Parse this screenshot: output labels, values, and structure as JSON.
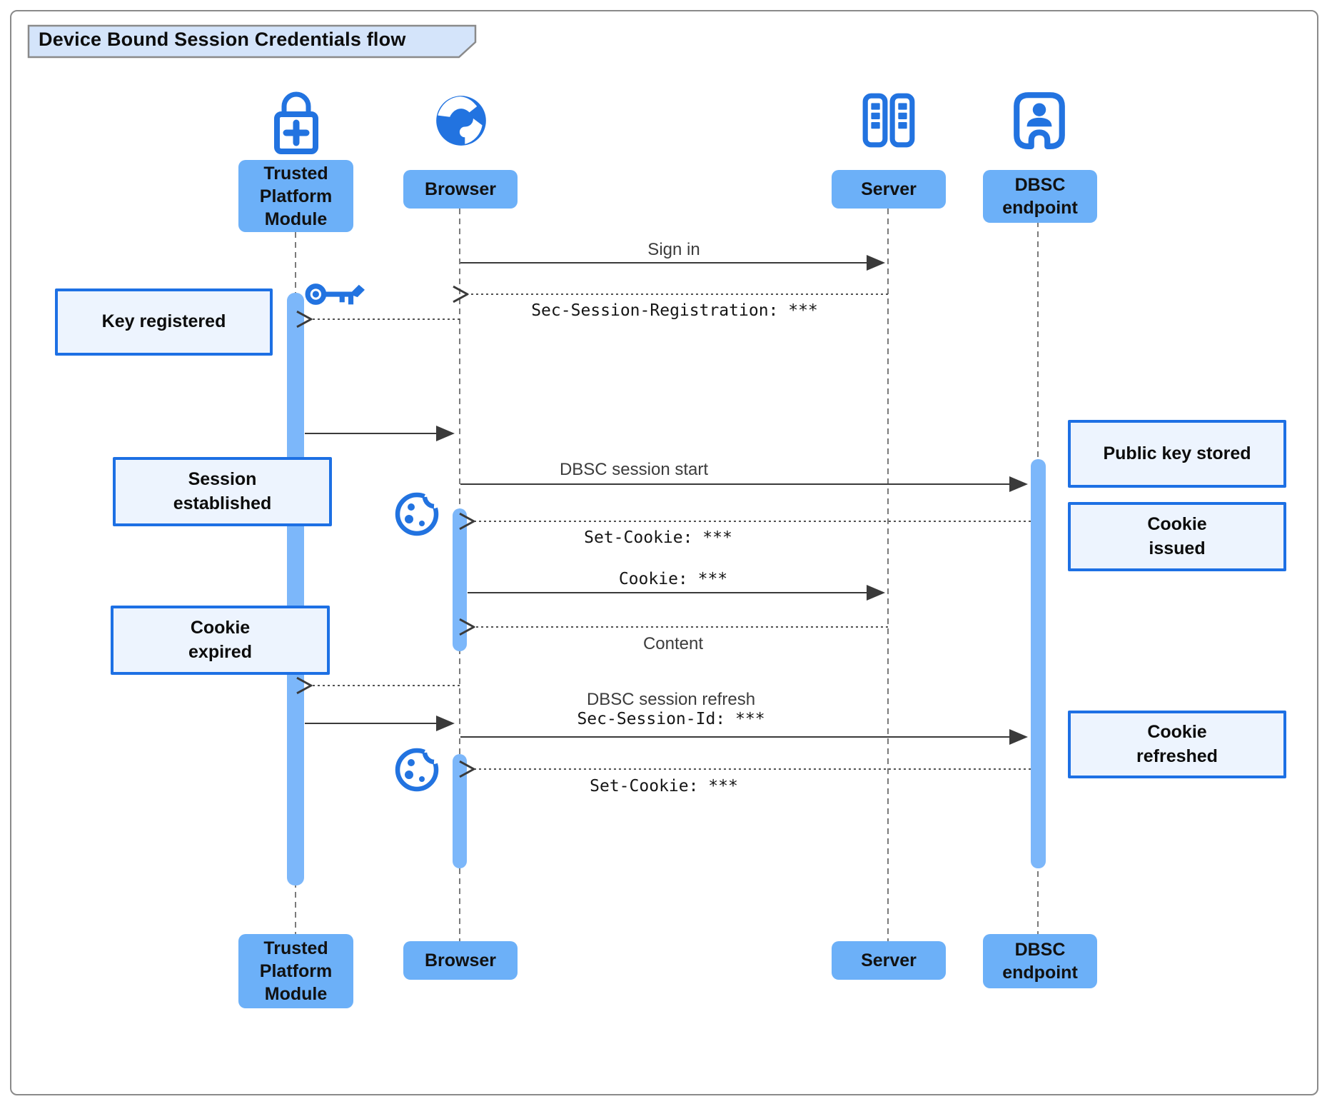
{
  "title": "Device Bound Session Credentials flow",
  "actors": {
    "tpm": {
      "top_label": "Trusted Platform Module",
      "bottom_label": "Trusted Platform Module"
    },
    "browser": {
      "top_label": "Browser",
      "bottom_label": "Browser"
    },
    "server": {
      "top_label": "Server",
      "bottom_label": "Server"
    },
    "dbsc": {
      "top_label": "DBSC endpoint",
      "bottom_label": "DBSC endpoint"
    }
  },
  "messages": {
    "sign_in": "Sign in",
    "sec_session_registration": "Sec-Session-Registration: ***",
    "dbsc_session_start": "DBSC session start",
    "set_cookie_1": "Set-Cookie: ***",
    "cookie": "Cookie: ***",
    "content": "Content",
    "dbsc_session_refresh": "DBSC session refresh",
    "sec_session_id": "Sec-Session-Id: ***",
    "set_cookie_2": "Set-Cookie: ***"
  },
  "notes": {
    "key_registered": "Key registered",
    "session_established": "Session established",
    "cookie_expired": "Cookie expired",
    "public_key_stored": "Public key stored",
    "cookie_issued": "Cookie issued",
    "cookie_refreshed": "Cookie refreshed"
  },
  "icons": {
    "tpm": "lock-plus-icon",
    "browser": "globe-icon",
    "server": "server-racks-icon",
    "dbsc": "person-doorway-icon",
    "key": "key-icon",
    "cookie": "cookie-icon"
  },
  "colors": {
    "actor_box": "#6cb0f8",
    "activation_bar": "#7cb7fa",
    "note_fill": "#edf4fe",
    "note_border": "#1d70e4",
    "icon_blue": "#2273e0",
    "title_fill": "#d4e4fa",
    "frame_border": "#8a8a8a",
    "line_color": "#3a3a3a",
    "lifeline_color": "#7a7a7a"
  }
}
